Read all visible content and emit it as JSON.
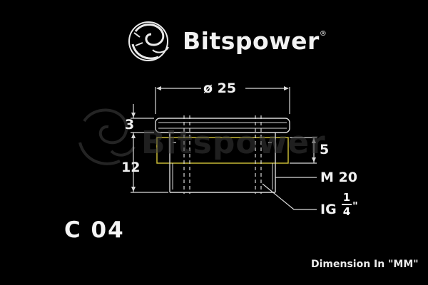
{
  "brand": {
    "name": "Bitspower",
    "registered_mark": "®",
    "watermark": "Bitspower"
  },
  "product": {
    "model": "C 04"
  },
  "dimensions": {
    "diameter": "ø 25",
    "cap_height": "3",
    "total_height": "12",
    "seal_height": "5",
    "thread": "M 20",
    "inner_thread_prefix": "IG",
    "inner_thread_numerator": "1",
    "inner_thread_denominator": "4",
    "inner_thread_unit": "\""
  },
  "footer": {
    "units_note": "Dimension In \"MM\""
  },
  "colors": {
    "background": "#000000",
    "line": "#d9d9d9",
    "highlight": "#d4c53a"
  }
}
